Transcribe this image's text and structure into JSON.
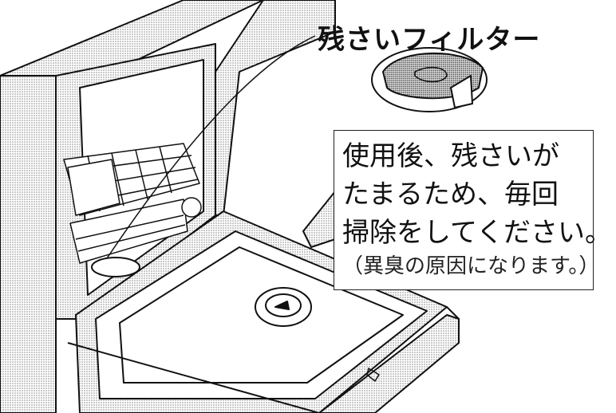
{
  "filter_label": "残さいフィルター",
  "note": {
    "lines": [
      "使用後、残さいが",
      "たまるため、毎回",
      "掃除をしてください。"
    ],
    "sub": "（異臭の原因になります。）"
  },
  "colors": {
    "ink": "#111111",
    "stipple": "#bdbdbd"
  }
}
